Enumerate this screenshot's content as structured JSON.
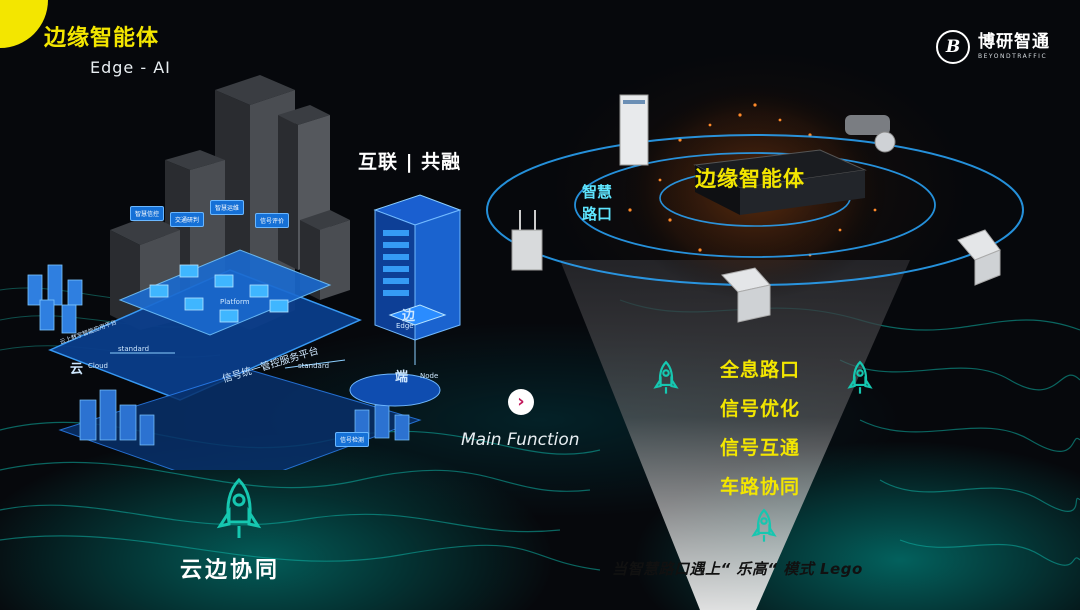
{
  "header": {
    "title_cn": "边缘智能体",
    "title_en": "Edge - AI"
  },
  "brand": {
    "logo_glyph": "B",
    "name_cn": "博研智通",
    "name_en": "BEYONDTRAFFIC"
  },
  "left_panel": {
    "interconnect_label": "互联 | 共融",
    "cloud_edge_label": "云边协同",
    "platform_label": "信号统一管控服务平台",
    "platform_sub": "Platform",
    "cloud_label": "云",
    "cloud_sub": "Cloud",
    "edge_label": "边",
    "edge_sub": "Edge",
    "node_label": "端",
    "node_sub": "Node",
    "standard_label": "standard",
    "app_platform_label": "云上数字智能应用平台",
    "badges": [
      "智慧信控",
      "交通研判",
      "智慧运维",
      "信号评价",
      "信号检测"
    ]
  },
  "center": {
    "main_function_label": "Main Function",
    "arrow_glyph": "›"
  },
  "right_panel": {
    "edge_agent_label": "边缘智能体",
    "smart_intersection_line1": "智慧",
    "smart_intersection_line2": "路口",
    "functions": [
      "全息路口",
      "信号优化",
      "信号互通",
      "车路协同"
    ],
    "tagline": "当智慧路口遇上“ 乐高“ 模式 Lego"
  },
  "colors": {
    "accent_yellow": "#f3e600",
    "accent_cyan": "#5fe6ff",
    "teal_glow": "#00a096",
    "ring_blue": "#2aa8ff"
  },
  "icons": [
    "rocket-icon",
    "chevron-right-icon",
    "brand-logo-icon"
  ]
}
